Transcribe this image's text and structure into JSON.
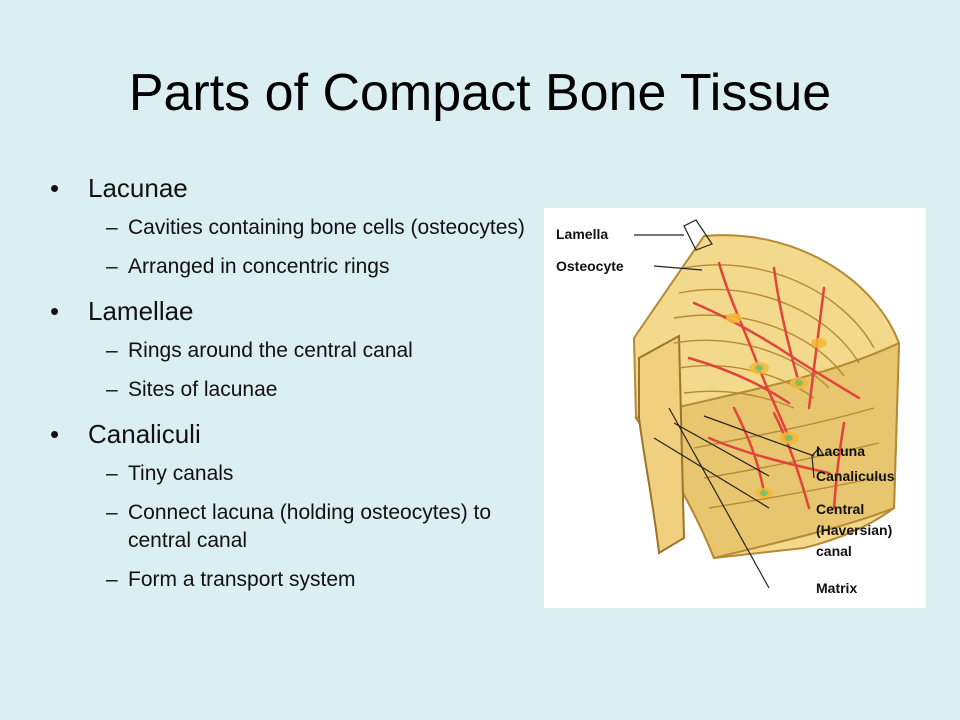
{
  "slide": {
    "title": "Parts of Compact Bone Tissue"
  },
  "bullets": [
    {
      "marker": "•",
      "label": "Lacunae",
      "subs": [
        {
          "marker": "–",
          "text": "Cavities containing bone cells (osteocytes)"
        },
        {
          "marker": "–",
          "text": "Arranged in concentric rings"
        }
      ]
    },
    {
      "marker": "•",
      "label": "Lamellae",
      "subs": [
        {
          "marker": "–",
          "text": "Rings around the central canal"
        },
        {
          "marker": "–",
          "text": "Sites of lacunae"
        }
      ]
    },
    {
      "marker": "•",
      "label": "Canaliculi",
      "subs": [
        {
          "marker": "–",
          "text": "Tiny canals"
        },
        {
          "marker": "–",
          "text": "Connect lacuna (holding osteocytes) to central canal"
        },
        {
          "marker": "–",
          "text": "Form a transport system"
        }
      ]
    }
  ],
  "figure": {
    "labels": {
      "lamella": "Lamella",
      "osteocyte": "Osteocyte",
      "lacuna": "Lacuna",
      "canaliculus": "Canaliculus",
      "central_line1": "Central",
      "central_line2": "(Haversian)",
      "central_line3": "canal",
      "matrix": "Matrix"
    },
    "colors": {
      "bone": "#f3d98c",
      "bone_shadow": "#d9b25a",
      "lacuna_red": "#e0443a",
      "canal_yellow": "#f7b733",
      "osteocyte_green": "#7fbf6a"
    }
  },
  "colors": {
    "background": "#dbeef2",
    "text": "#111111"
  }
}
